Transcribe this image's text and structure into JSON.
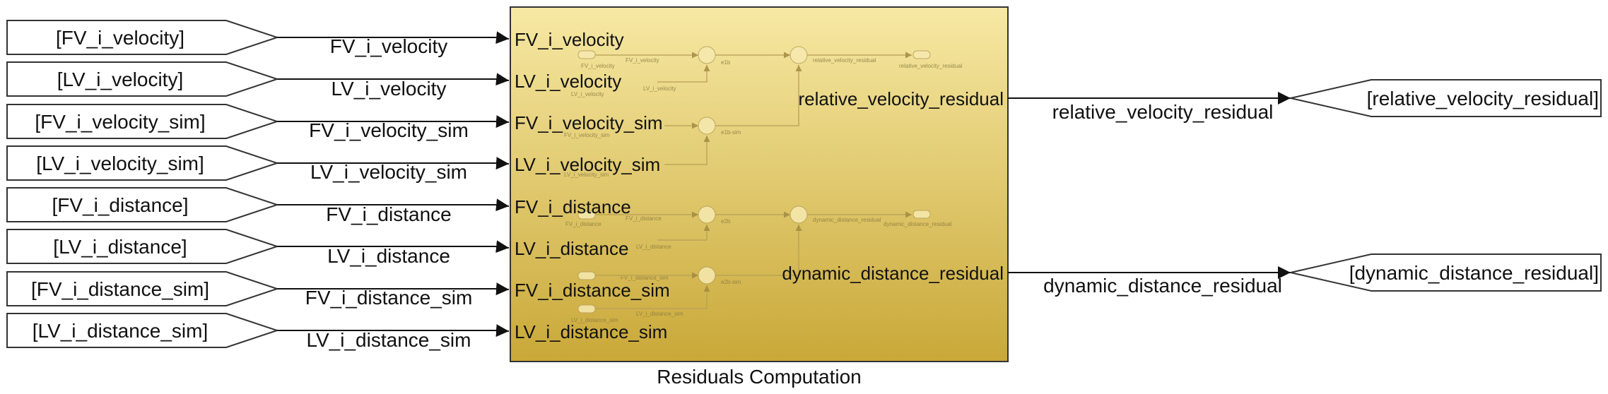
{
  "inputs": [
    {
      "tag": "[FV_i_velocity]",
      "signal": "FV_i_velocity",
      "port": "FV_i_velocity"
    },
    {
      "tag": "[LV_i_velocity]",
      "signal": "LV_i_velocity",
      "port": "LV_i_velocity"
    },
    {
      "tag": "[FV_i_velocity_sim]",
      "signal": "FV_i_velocity_sim",
      "port": "FV_i_velocity_sim"
    },
    {
      "tag": "[LV_i_velocity_sim]",
      "signal": "LV_i_velocity_sim",
      "port": "LV_i_velocity_sim"
    },
    {
      "tag": "[FV_i_distance]",
      "signal": "FV_i_distance",
      "port": "FV_i_distance"
    },
    {
      "tag": "[LV_i_distance]",
      "signal": "LV_i_distance",
      "port": "LV_i_distance"
    },
    {
      "tag": "[FV_i_distance_sim]",
      "signal": "FV_i_distance_sim",
      "port": "FV_i_distance_sim"
    },
    {
      "tag": "[LV_i_distance_sim]",
      "signal": "LV_i_distance_sim",
      "port": "LV_i_distance_sim"
    }
  ],
  "outputs": [
    {
      "port": "relative_velocity_residual",
      "signal": "relative_velocity_residual",
      "tag": "[relative_velocity_residual]"
    },
    {
      "port": "dynamic_distance_residual",
      "signal": "dynamic_distance_residual",
      "tag": "[dynamic_distance_residual]"
    }
  ],
  "subsystem": {
    "name": "Residuals Computation",
    "fill_top": "#f7e9a4",
    "fill_bottom": "#c9a838",
    "inner_tiny_labels": [
      "FV_i_velocity",
      "LV_i_velocity",
      "FV_i_velocity_sim",
      "LV_i_velocity_sim",
      "FV_i_distance",
      "LV_i_distance",
      "FV_i_distance_sim",
      "LV_i_distance_sim",
      "e1b",
      "e1b-sim",
      "e2b",
      "e2b-sim",
      "relative_velocity_residual",
      "dynamic_distance_residual"
    ]
  },
  "colors": {
    "line": "#111111",
    "block_border": "#333333",
    "inner_line": "#b8a05a"
  }
}
